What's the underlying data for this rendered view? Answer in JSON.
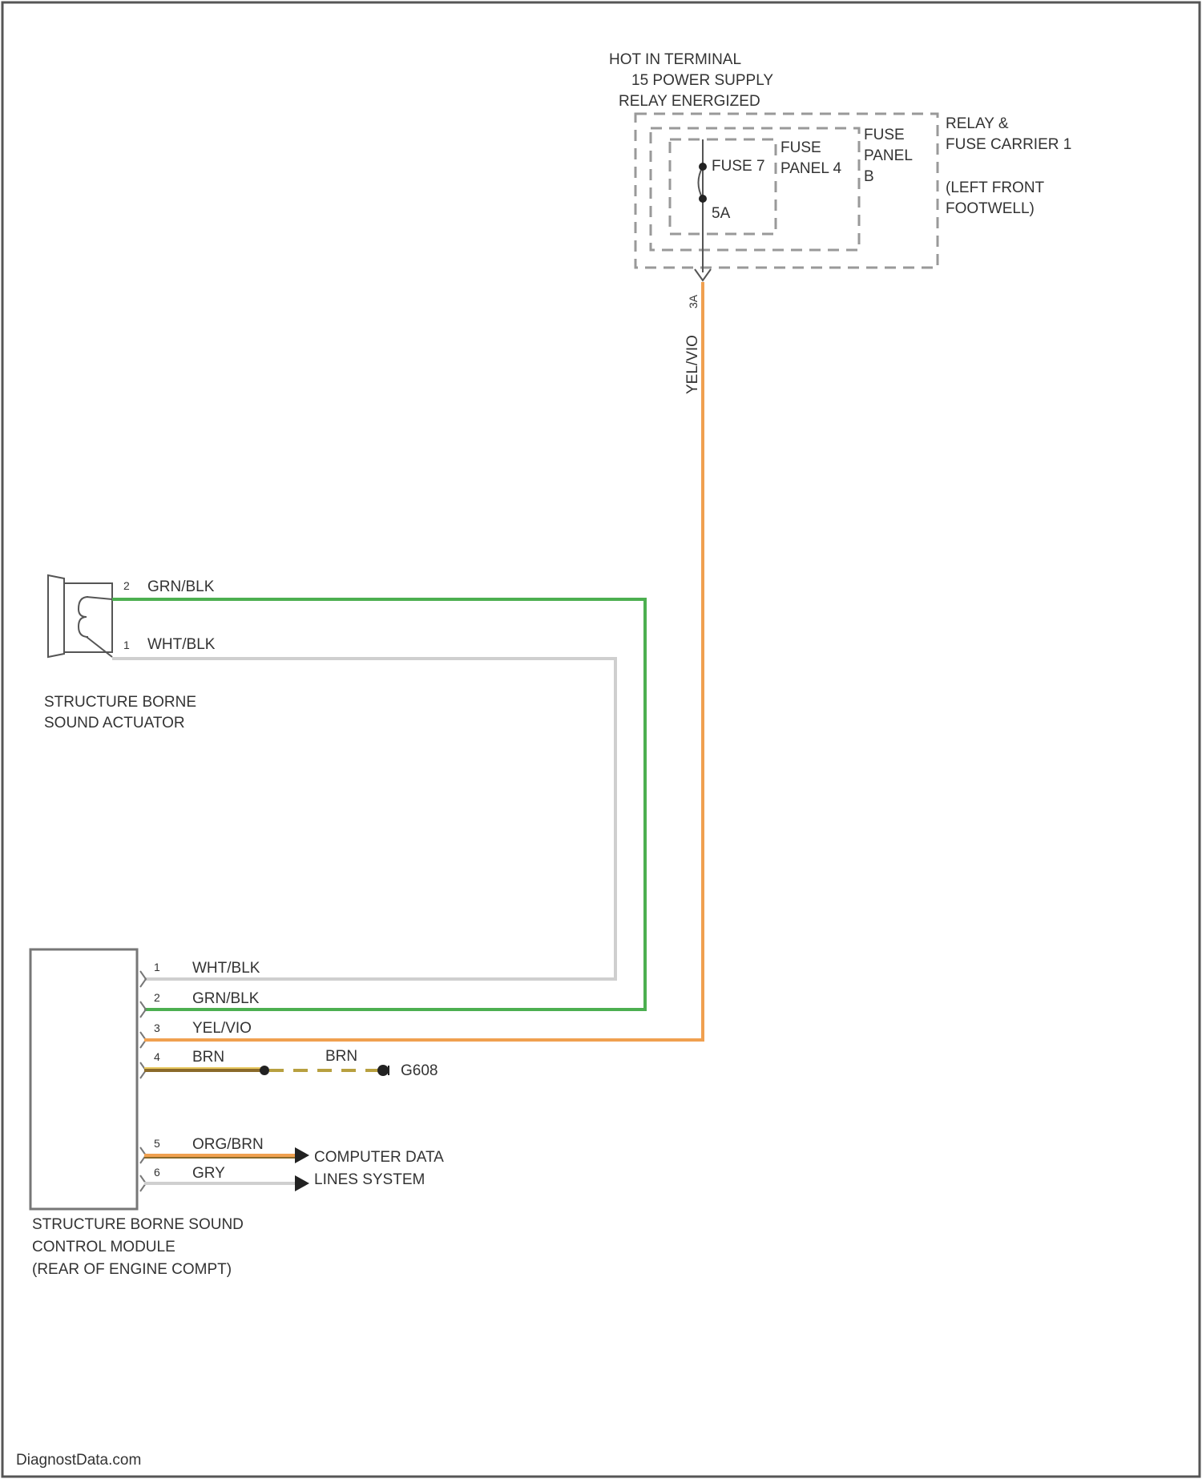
{
  "supply": {
    "line1": "HOT IN TERMINAL",
    "line2": "15 POWER SUPPLY",
    "line3": "RELAY ENERGIZED"
  },
  "relay_fuse_carrier": {
    "name_line1": "RELAY &",
    "name_line2": "FUSE CARRIER 1",
    "loc_line1": "(LEFT FRONT",
    "loc_line2": "FOOTWELL)"
  },
  "fuse_panel_b": {
    "line1": "FUSE",
    "line2": "PANEL",
    "line3": "B"
  },
  "fuse_panel_4": {
    "line1": "FUSE",
    "line2": "PANEL 4"
  },
  "fuse": {
    "name": "FUSE 7",
    "rating": "5A"
  },
  "vertical_wire": {
    "color_code": "YEL/VIO",
    "pin": "3A"
  },
  "actuator": {
    "name_line1": "STRUCTURE BORNE",
    "name_line2": "SOUND ACTUATOR",
    "pins": [
      {
        "pin": "2",
        "wire": "GRN/BLK"
      },
      {
        "pin": "1",
        "wire": "WHT/BLK"
      }
    ]
  },
  "module": {
    "name_line1": "STRUCTURE BORNE SOUND",
    "name_line2": "CONTROL MODULE",
    "name_line3": "(REAR OF ENGINE COMPT)",
    "pins": [
      {
        "pin": "1",
        "wire": "WHT/BLK"
      },
      {
        "pin": "2",
        "wire": "GRN/BLK"
      },
      {
        "pin": "3",
        "wire": "YEL/VIO"
      },
      {
        "pin": "4",
        "wire": "BRN"
      },
      {
        "pin": "5",
        "wire": "ORG/BRN"
      },
      {
        "pin": "6",
        "wire": "GRY"
      }
    ]
  },
  "ground": {
    "wire": "BRN",
    "label": "G608"
  },
  "data_bus": {
    "line1": "COMPUTER DATA",
    "line2": "LINES SYSTEM"
  },
  "watermark": "DiagnostData.com",
  "colors": {
    "green": "#4caf50",
    "white_wire": "#cfcfcf",
    "orange": "#f0a050",
    "brown": "#8a6a2a",
    "yellow_stripe": "#e8c860",
    "dash": "#999999",
    "text": "#333333"
  }
}
